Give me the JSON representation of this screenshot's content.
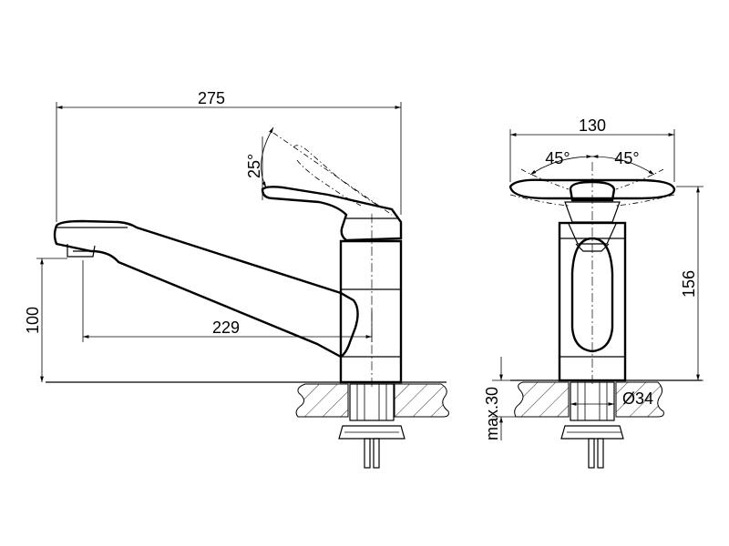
{
  "dimensions": {
    "side_width": "275",
    "spout_reach": "229",
    "spout_height": "100",
    "lever_angle": "25°",
    "front_width": "130",
    "swivel_left": "45°",
    "swivel_right": "45°",
    "total_height": "156",
    "max_thickness": "max.30",
    "hole_diameter": "Ø34"
  }
}
